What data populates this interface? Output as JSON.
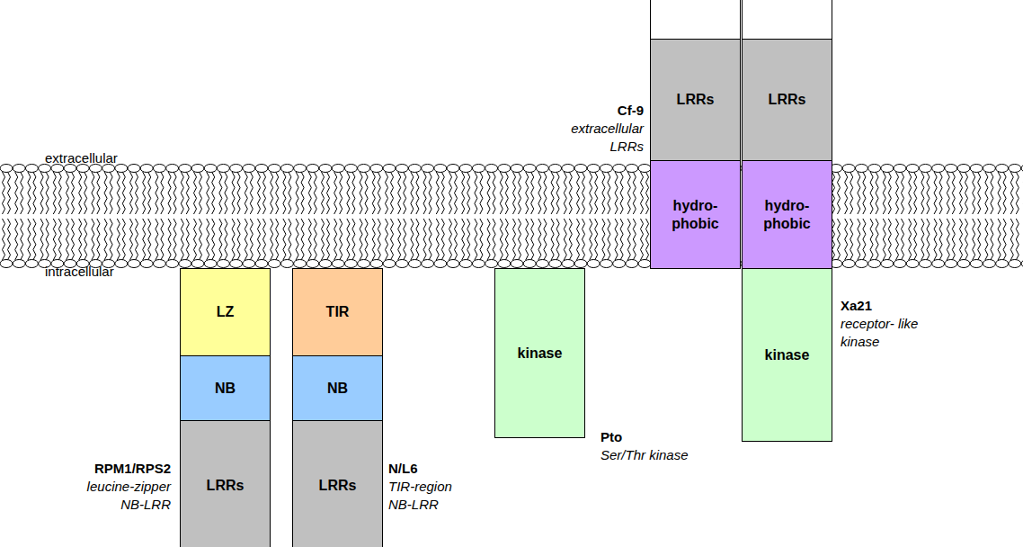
{
  "diagram": {
    "nodes": [
      {
        "text": [
          "LZ"
        ]
      },
      {
        "text": [
          "NB"
        ]
      },
      {
        "text": [
          "LRRs"
        ]
      },
      {
        "text": [
          "TIR"
        ]
      },
      {
        "text": [
          "NB"
        ]
      },
      {
        "text": [
          "LRRs"
        ]
      },
      {
        "text": [
          "kinase"
        ]
      },
      {
        "text": [
          "LRRs"
        ]
      },
      {
        "text": [
          "hydro- phobic"
        ]
      },
      {
        "text": [
          "LRRs"
        ]
      },
      {
        "text": [
          "hydro- phobic"
        ]
      },
      {
        "text": [
          "kinase"
        ]
      }
    ],
    "labels": [
      "extracellular",
      "intracellular",
      "Cf-9",
      "extracellular LRRs",
      "Xa21",
      "receptor- like kinase",
      "Pto",
      "Ser/Thr kinase",
      "RPM1/RPS2",
      "leucine-zipper NB-LRR",
      "N/L6",
      "TIR-region NB-LRR"
    ]
  }
}
